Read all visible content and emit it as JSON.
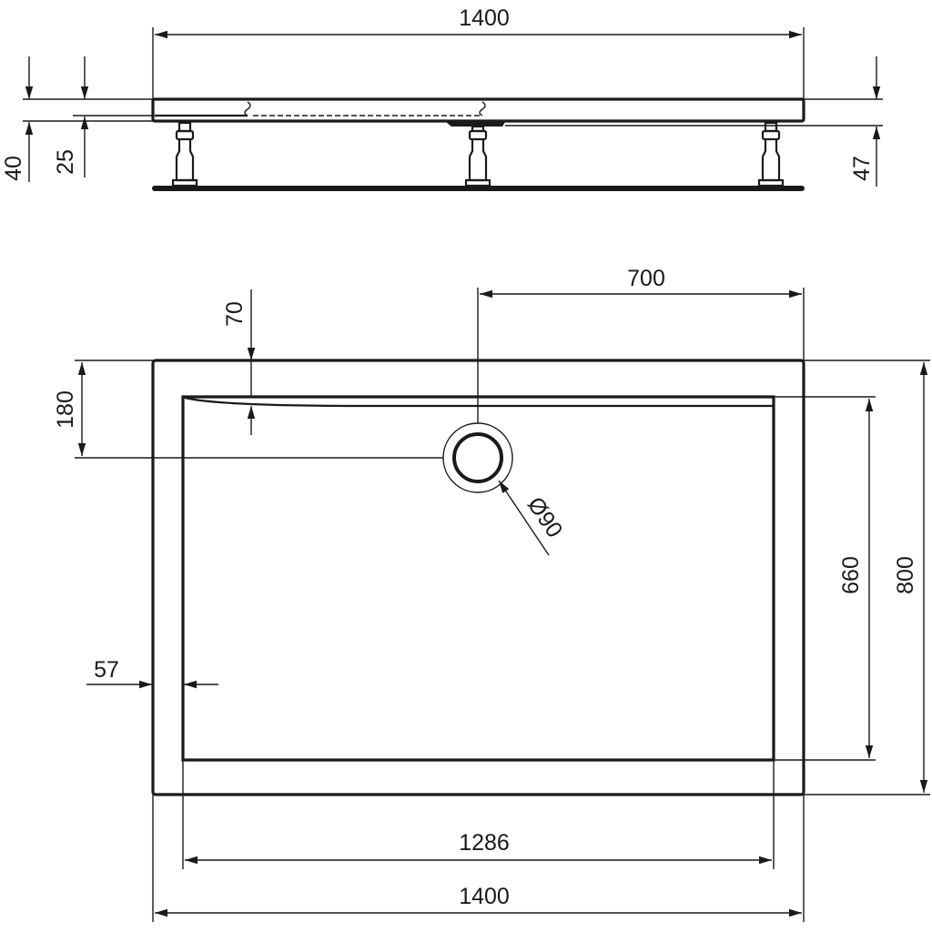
{
  "side_view": {
    "overall_length": "1400",
    "tray_height": "40",
    "inner_height": "25",
    "drain_depth": "47"
  },
  "plan_view": {
    "drain_offset_x": "700",
    "lip_depth": "70",
    "drain_offset_y": "180",
    "drain_diameter": "Ø90",
    "inner_width": "660",
    "overall_width": "800",
    "rim_width": "57",
    "inner_length": "1286",
    "overall_length": "1400"
  },
  "colors": {
    "line": "#1a1a1a",
    "background": "#ffffff"
  }
}
